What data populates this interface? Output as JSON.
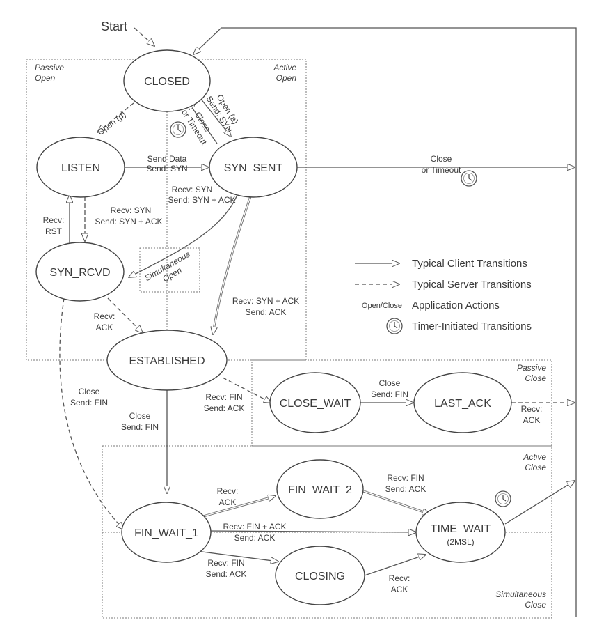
{
  "start_label": "Start",
  "states": {
    "closed": "CLOSED",
    "listen": "LISTEN",
    "syn_sent": "SYN_SENT",
    "syn_rcvd": "SYN_RCVD",
    "established": "ESTABLISHED",
    "close_wait": "CLOSE_WAIT",
    "last_ack": "LAST_ACK",
    "fin_wait_1": "FIN_WAIT_1",
    "fin_wait_2": "FIN_WAIT_2",
    "closing": "CLOSING",
    "time_wait": "TIME_WAIT",
    "time_wait_sub": "(2MSL)"
  },
  "regions": {
    "passive_open": [
      "Passive",
      "Open"
    ],
    "active_open": [
      "Active",
      "Open"
    ],
    "passive_close": [
      "Passive",
      "Close"
    ],
    "active_close": [
      "Active",
      "Close"
    ],
    "simultaneous_close": [
      "Simultaneous",
      "Close"
    ],
    "simultaneous_open": [
      "Simultaneous",
      "Open"
    ]
  },
  "transitions": {
    "open_passive": "Open (p)",
    "open_active": [
      "Open (a)",
      "Send: SYN"
    ],
    "close_timeout_closed": [
      "Close",
      "or Timeout"
    ],
    "send_data": [
      "Send Data",
      "Send: SYN"
    ],
    "recv_syn_listen": [
      "Recv: SYN",
      "Send: SYN + ACK"
    ],
    "recv_rst": [
      "Recv:",
      "RST"
    ],
    "recv_syn_sent": [
      "Recv: SYN",
      "Send: SYN + ACK"
    ],
    "recv_synack": [
      "Recv: SYN + ACK",
      "Send: ACK"
    ],
    "recv_ack_synrcvd": [
      "Recv:",
      "ACK"
    ],
    "close_timeout_synsent": [
      "Close",
      "or Timeout"
    ],
    "close_fin_synrcvd": [
      "Close",
      "Send: FIN"
    ],
    "close_fin_established": [
      "Close",
      "Send: FIN"
    ],
    "recv_fin_established": [
      "Recv: FIN",
      "Send: ACK"
    ],
    "close_fin_closewait": [
      "Close",
      "Send: FIN"
    ],
    "recv_ack_lastack": [
      "Recv:",
      "ACK"
    ],
    "recv_ack_finwait1": [
      "Recv:",
      "ACK"
    ],
    "recv_finack": [
      "Recv: FIN + ACK",
      "Send: ACK"
    ],
    "recv_fin_finwait1": [
      "Recv: FIN",
      "Send: ACK"
    ],
    "recv_fin_finwait2": [
      "Recv: FIN",
      "Send: ACK"
    ],
    "recv_ack_closing": [
      "Recv:",
      "ACK"
    ]
  },
  "legend": {
    "client": "Typical Client Transitions",
    "server": "Typical Server Transitions",
    "app_key": "Open/Close",
    "app": "Application Actions",
    "timer": "Timer-Initiated Transitions"
  }
}
